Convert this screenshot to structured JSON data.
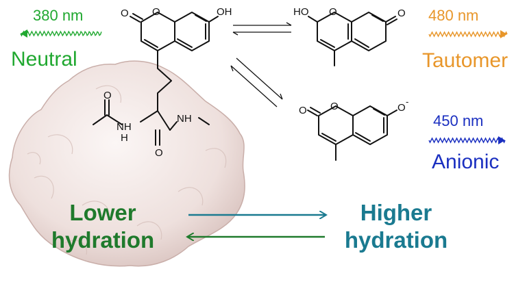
{
  "emissions": {
    "neutral": {
      "wavelength": "380 nm",
      "label": "Neutral",
      "color": "#20a830"
    },
    "tautomer": {
      "wavelength": "480 nm",
      "label": "Tautomer",
      "color": "#e8962a"
    },
    "anionic": {
      "wavelength": "450 nm",
      "label": "Anionic",
      "color": "#1a2fc0"
    }
  },
  "atoms": {
    "o": "O",
    "oh": "OH",
    "ho": "HO",
    "nh": "NH",
    "h": "H",
    "n": "N",
    "minus": "-"
  },
  "hydration": {
    "lower_line1": "Lower",
    "lower_line2": "hydration",
    "higher_line1": "Higher",
    "higher_line2": "hydration",
    "lower_color": "#1f7a2c",
    "higher_color": "#1a7a90"
  },
  "protein_color": "#eee0dd"
}
